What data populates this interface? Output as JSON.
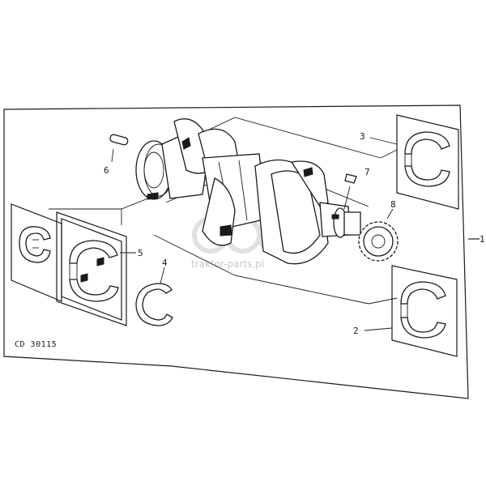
{
  "diagram": {
    "callouts": {
      "c1": "1",
      "c2": "2",
      "c3": "3",
      "c4": "4",
      "c5": "5",
      "c6": "6",
      "c7": "7",
      "c8": "8"
    },
    "figure_code": "CD 30115",
    "watermark": "traktor-parts.pl",
    "colors": {
      "ink": "#1a1a1a",
      "paper": "#ffffff",
      "watermark": "#c9c9c9"
    }
  }
}
